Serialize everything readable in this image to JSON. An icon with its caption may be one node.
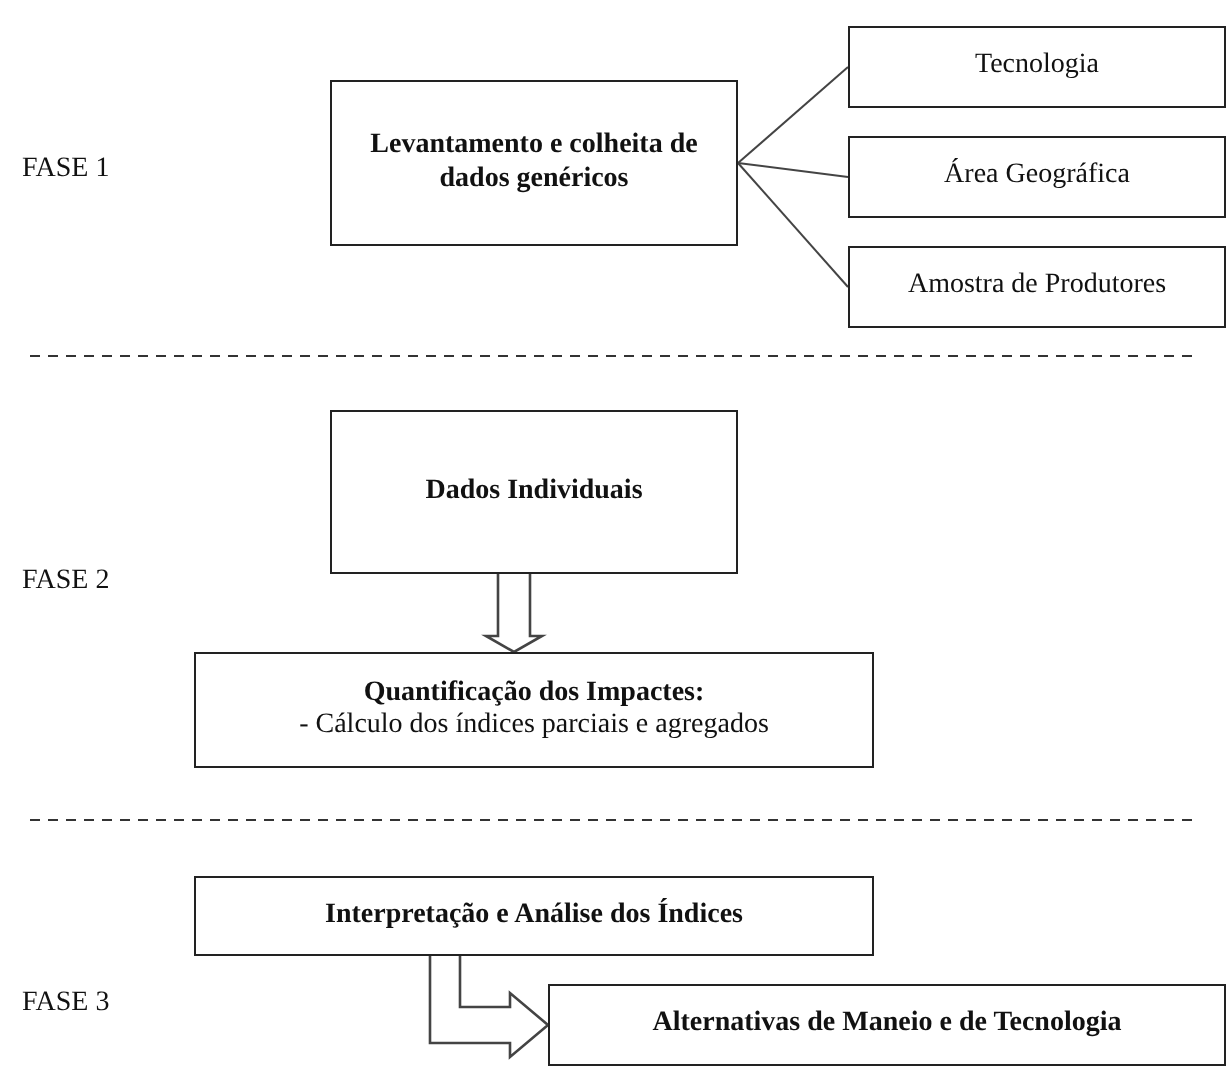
{
  "diagram": {
    "nodes": [
      {
        "text": [
          "Levantamento e colheita de dados genéricos"
        ]
      },
      {
        "text": [
          "Tecnologia"
        ]
      },
      {
        "text": [
          "Área Geográfica"
        ]
      },
      {
        "text": [
          "Amostra de Produtores"
        ]
      },
      {
        "text": [
          "Dados Individuais"
        ]
      },
      {
        "text": [
          "Quantificação dos Impactes:",
          "- Cálculo dos índices parciais e agregados"
        ]
      },
      {
        "text": [
          "Interpretação e Análise dos Índices"
        ]
      },
      {
        "text": [
          "Alternativas de Maneio e de Tecnologia"
        ]
      }
    ],
    "edges": [
      {
        "from": 0,
        "to": 1,
        "arrow": "none"
      },
      {
        "from": 0,
        "to": 2,
        "arrow": "none"
      },
      {
        "from": 0,
        "to": 3,
        "arrow": "none"
      },
      {
        "from": 4,
        "to": 5,
        "arrow": "to",
        "style": "thick"
      },
      {
        "from": 6,
        "to": 7,
        "arrow": "to",
        "style": "thick"
      }
    ],
    "labels": [
      "FASE 1",
      "FASE 2",
      "FASE 3"
    ]
  }
}
